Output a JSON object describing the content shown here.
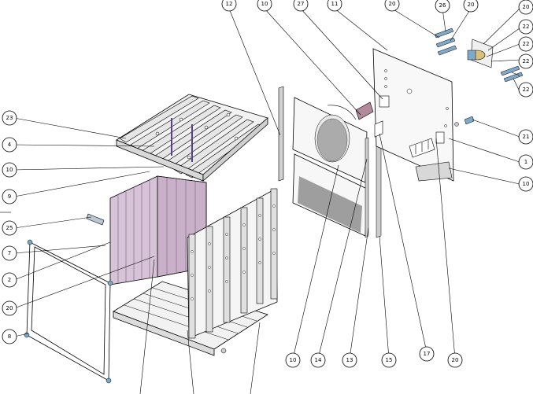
{
  "drawing": {
    "callouts": [
      "12",
      "10",
      "27",
      "11",
      "20",
      "26",
      "20",
      "20",
      "22",
      "22",
      "22",
      "22",
      "21",
      "1",
      "10",
      "23",
      "4",
      "10",
      "9",
      "25",
      "7",
      "2",
      "20",
      "8",
      "10",
      "14",
      "13",
      "15",
      "17",
      "20"
    ]
  }
}
